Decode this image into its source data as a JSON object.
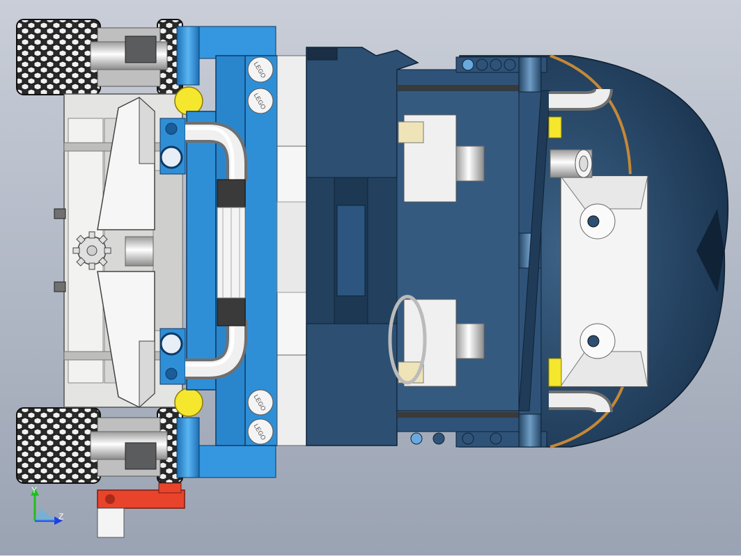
{
  "viewport": {
    "background_top": "#c9ced8",
    "background_bottom": "#9aa3b3"
  },
  "model": {
    "stud_logo_text": "LEGO",
    "colors": {
      "medium_azure": "#2f8fd6",
      "dark_blue": "#2c4f72",
      "light_gray": "#e4e4e2",
      "dark_gray": "#5a5c5e",
      "yellow": "#f5e62e",
      "red": "#e8442c",
      "white": "#f4f4f4",
      "tire_black": "#2a2a2a"
    }
  },
  "axis_triad": {
    "y_label": "Y",
    "z_label": "Z",
    "y_color": "#1fbf1f",
    "z_color": "#1f3fdf"
  }
}
